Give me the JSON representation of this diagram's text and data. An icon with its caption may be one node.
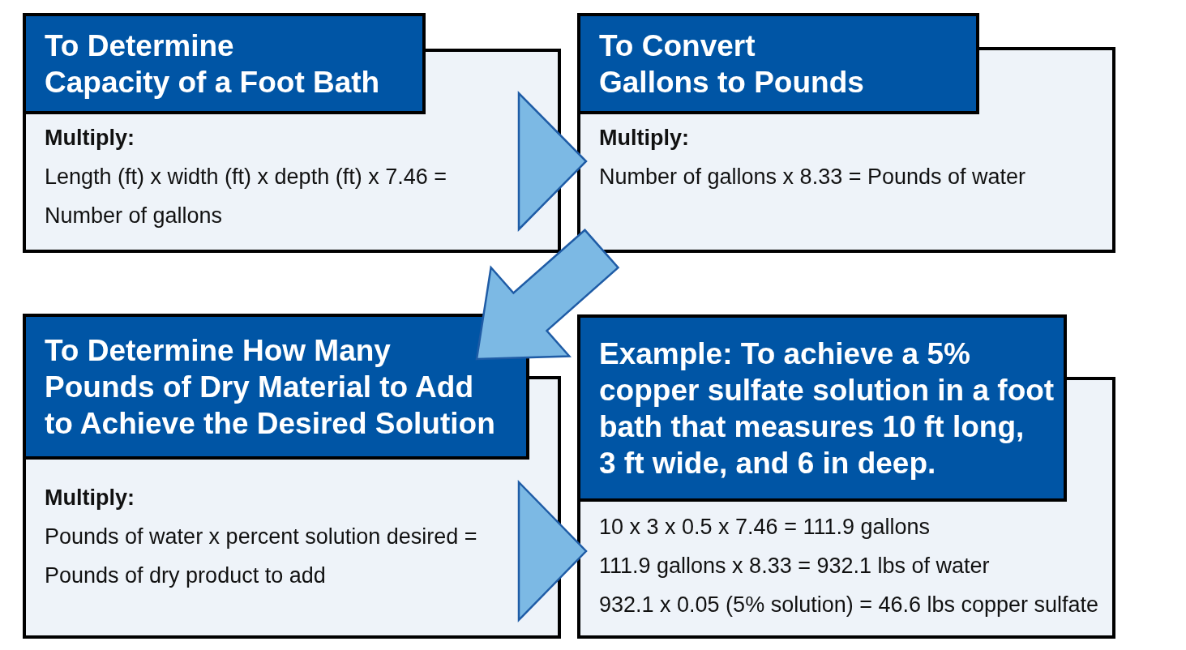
{
  "diagram": {
    "nodes": [
      {
        "text": [
          "To Determine Capacity of a Foot Bath",
          "Multiply:",
          "Length (ft) x width (ft) x depth (ft) x 7.46 = Number of gallons"
        ]
      },
      {
        "text": [
          "To Convert Gallons to Pounds",
          "Multiply:",
          "Number of gallons x 8.33 = Pounds of water"
        ]
      },
      {
        "text": [
          "To Determine How Many Pounds of Dry Material to Add to Achieve the Desired Solution",
          "Multiply:",
          "Pounds of water x percent solution desired = Pounds of dry product to add"
        ]
      },
      {
        "text": [
          "Example: To achieve a 5% copper sulfate solution in a foot bath that measures 10 ft long, 3 ft wide, and 6 in deep.",
          "10 x 3 x 0.5 x 7.46 = 111.9 gallons",
          "111.9 gallons x 8.33 = 932.1 lbs of water",
          "932.1 x 0.05 (5% solution) = 46.6 lbs copper sulfate"
        ]
      }
    ],
    "edges": [
      {
        "from": 0,
        "to": 1,
        "arrow": "to"
      },
      {
        "from": 1,
        "to": 2,
        "arrow": "to"
      },
      {
        "from": 2,
        "to": 3,
        "arrow": "to"
      }
    ]
  }
}
